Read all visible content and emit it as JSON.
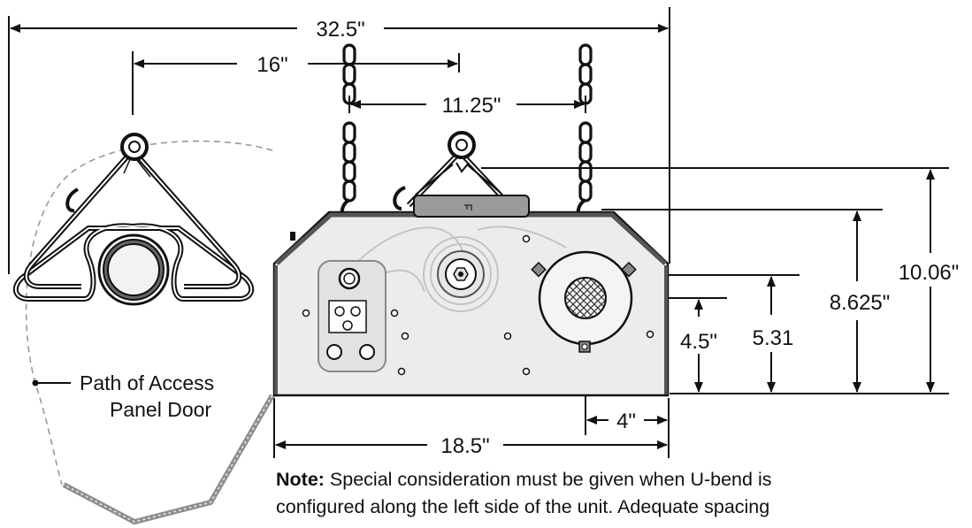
{
  "dimensions": {
    "overall_width": "32.5\"",
    "pivot_offset": "16\"",
    "chain_spacing": "11.25\"",
    "unit_width": "18.5\"",
    "outlet_offset": "4\"",
    "outlet_height": "4.5\"",
    "shaft_height": "5.31",
    "top_height": "8.625\"",
    "overall_height": "10.06\""
  },
  "labels": {
    "access_path_line1": "Path of Access",
    "access_path_line2": "Panel Door"
  },
  "note": {
    "label": "Note:",
    "line1": " Special consideration must be given when U-bend is",
    "line2": "configured along the left side of the unit. Adequate spacing"
  },
  "colors": {
    "line": "#111111",
    "unit_fill": "#ececec",
    "panel_fill": "#e2e2e2",
    "handle_fill": "#9a9a9a",
    "faded": "#c4c4c4",
    "path": "#8c8c8c"
  }
}
